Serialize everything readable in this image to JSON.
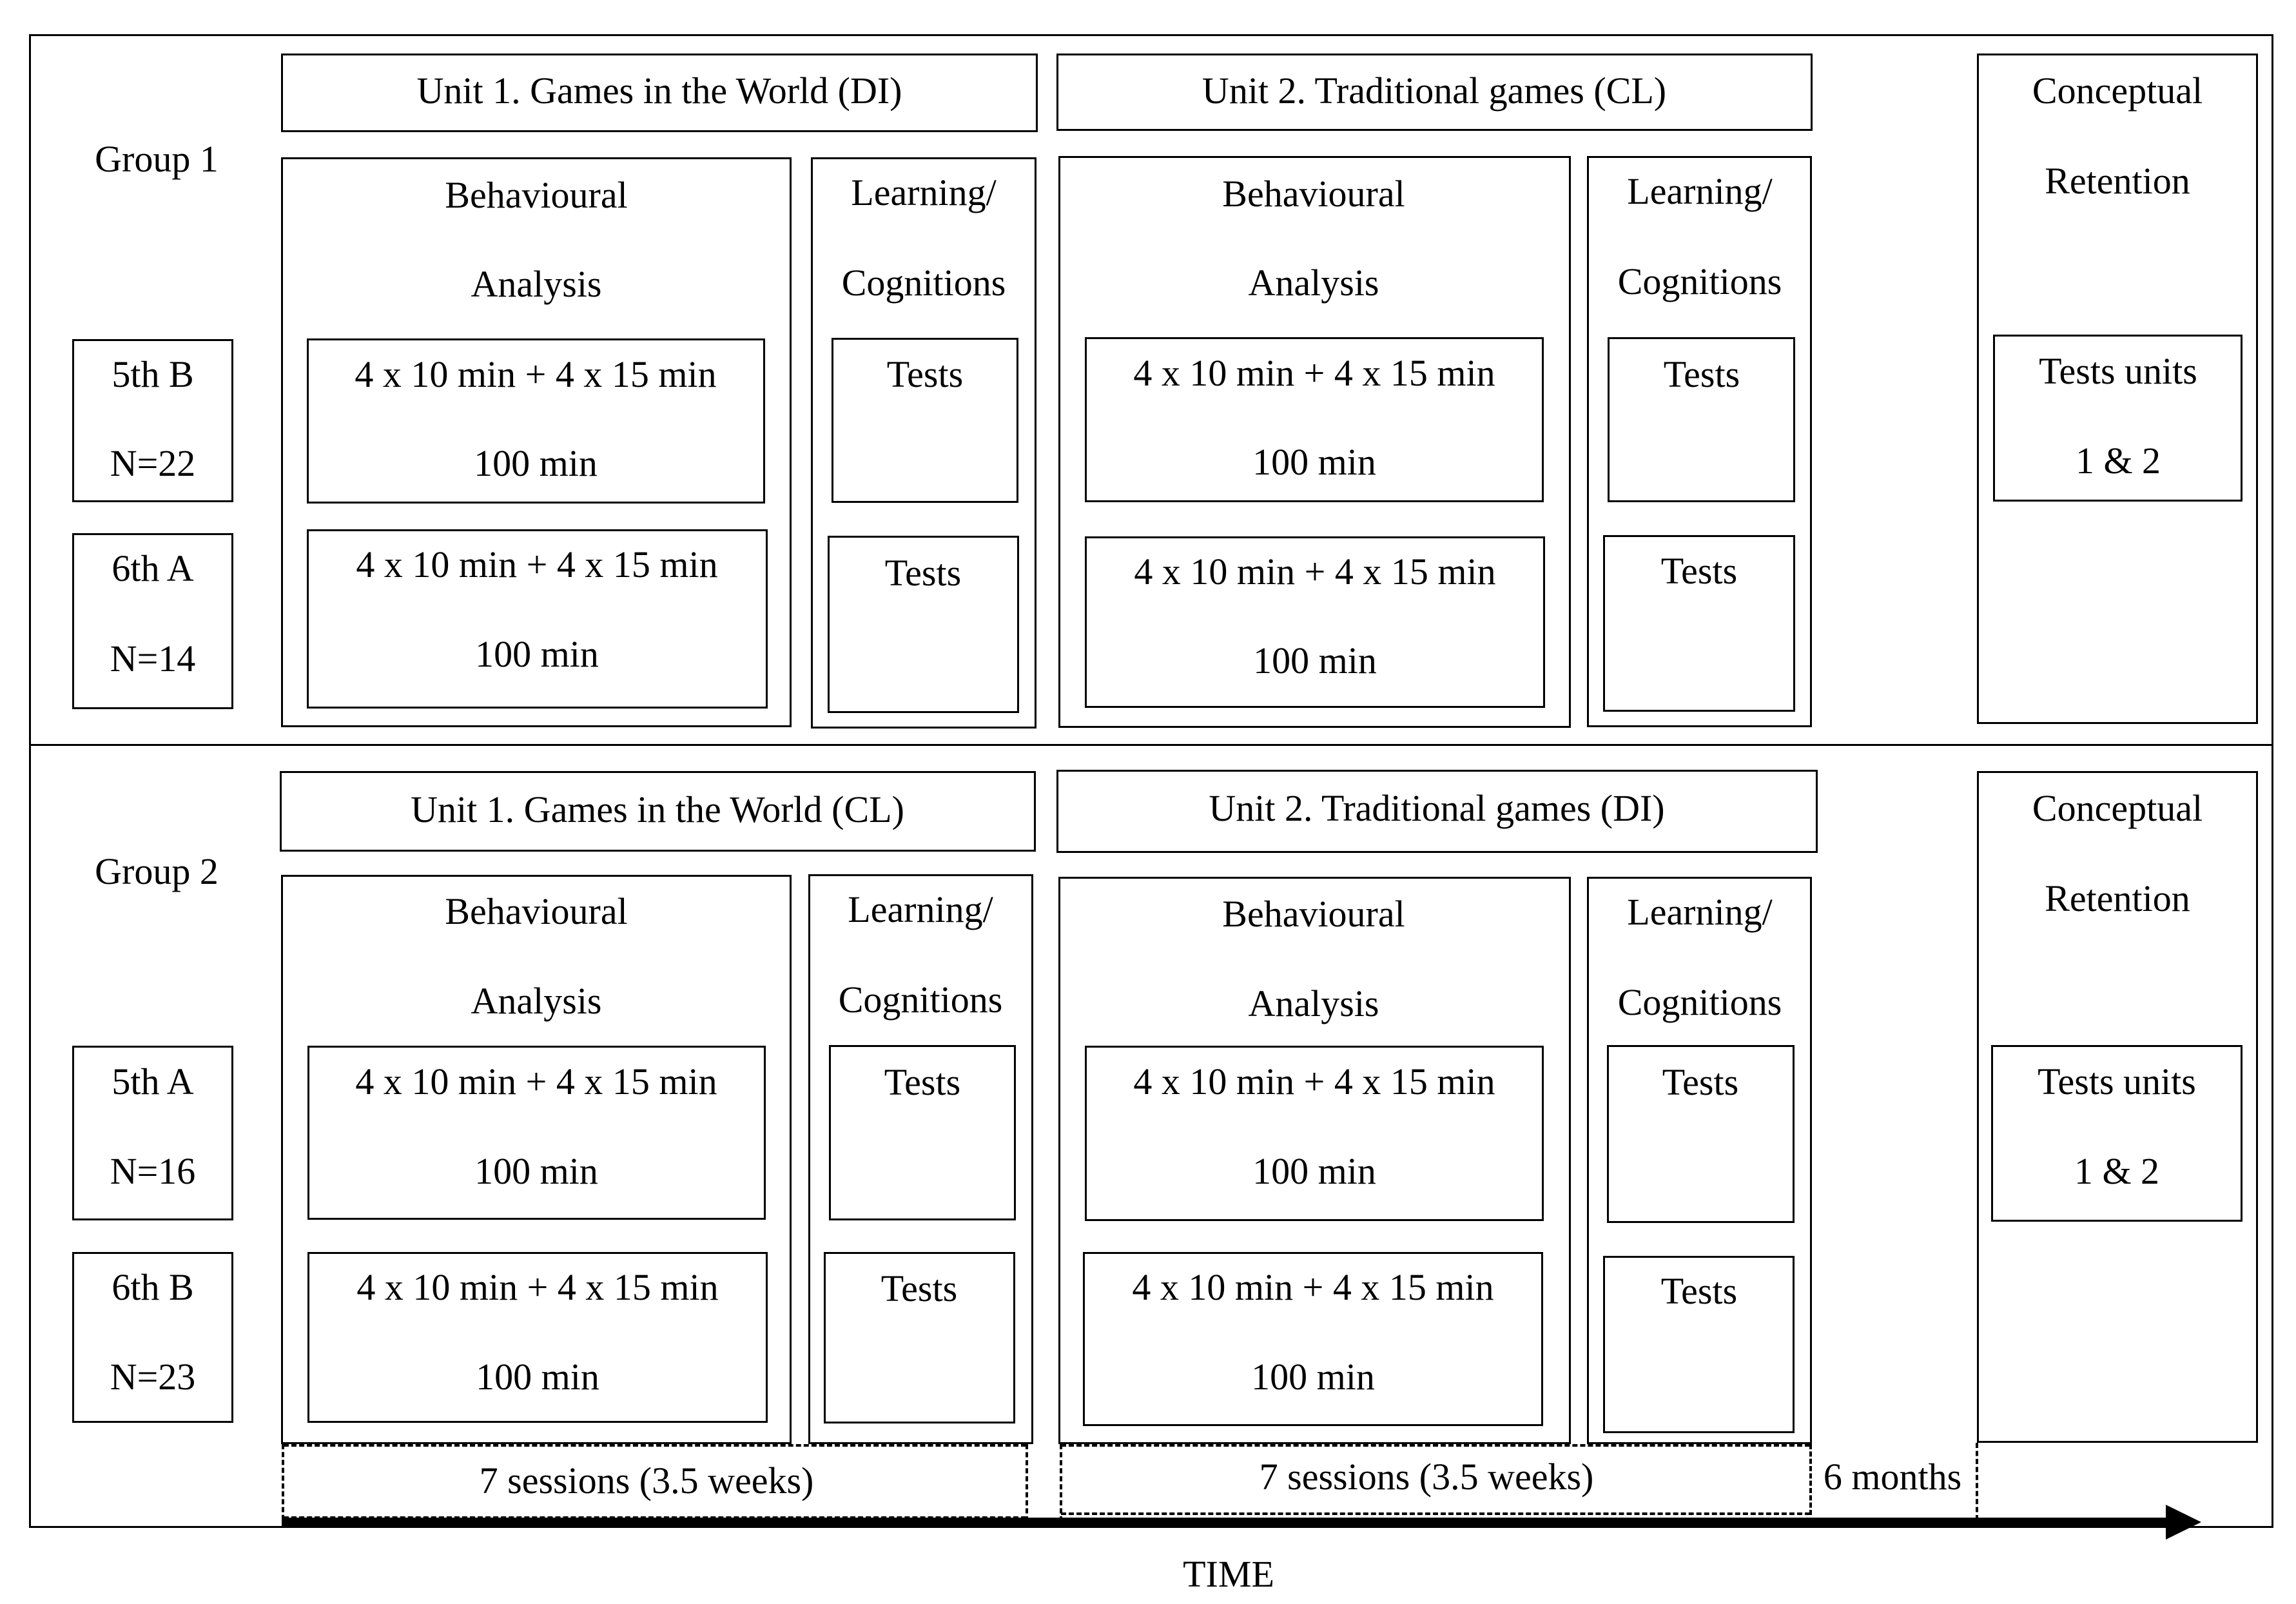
{
  "group1": {
    "label": "Group 1",
    "class_a": {
      "name": "5th B",
      "n": "N=22"
    },
    "class_b": {
      "name": "6th A",
      "n": "N=14"
    },
    "unit1_title": "Unit 1. Games in the World (DI)",
    "unit2_title": "Unit 2. Traditional games (CL)"
  },
  "group2": {
    "label": "Group 2",
    "class_a": {
      "name": "5th A",
      "n": "N=16"
    },
    "class_b": {
      "name": "6th B",
      "n": "N=23"
    },
    "unit1_title": "Unit 1. Games in the World (CL)",
    "unit2_title": "Unit 2. Traditional games (DI)"
  },
  "common": {
    "behavioural_line1": "Behavioural",
    "behavioural_line2": "Analysis",
    "session_line1": "4 x 10 min + 4 x 15 min",
    "session_line2": "100 min",
    "learning_line1": "Learning/",
    "learning_line2": "Cognitions",
    "tests": "Tests",
    "retention_line1": "Conceptual",
    "retention_line2": "Retention",
    "tests_units_line1": "Tests units",
    "tests_units_line2": "1 & 2"
  },
  "timeline": {
    "phase1": "7 sessions (3.5 weeks)",
    "phase2": "7 sessions (3.5 weeks)",
    "gap": "6 months",
    "axis_label": "TIME"
  }
}
